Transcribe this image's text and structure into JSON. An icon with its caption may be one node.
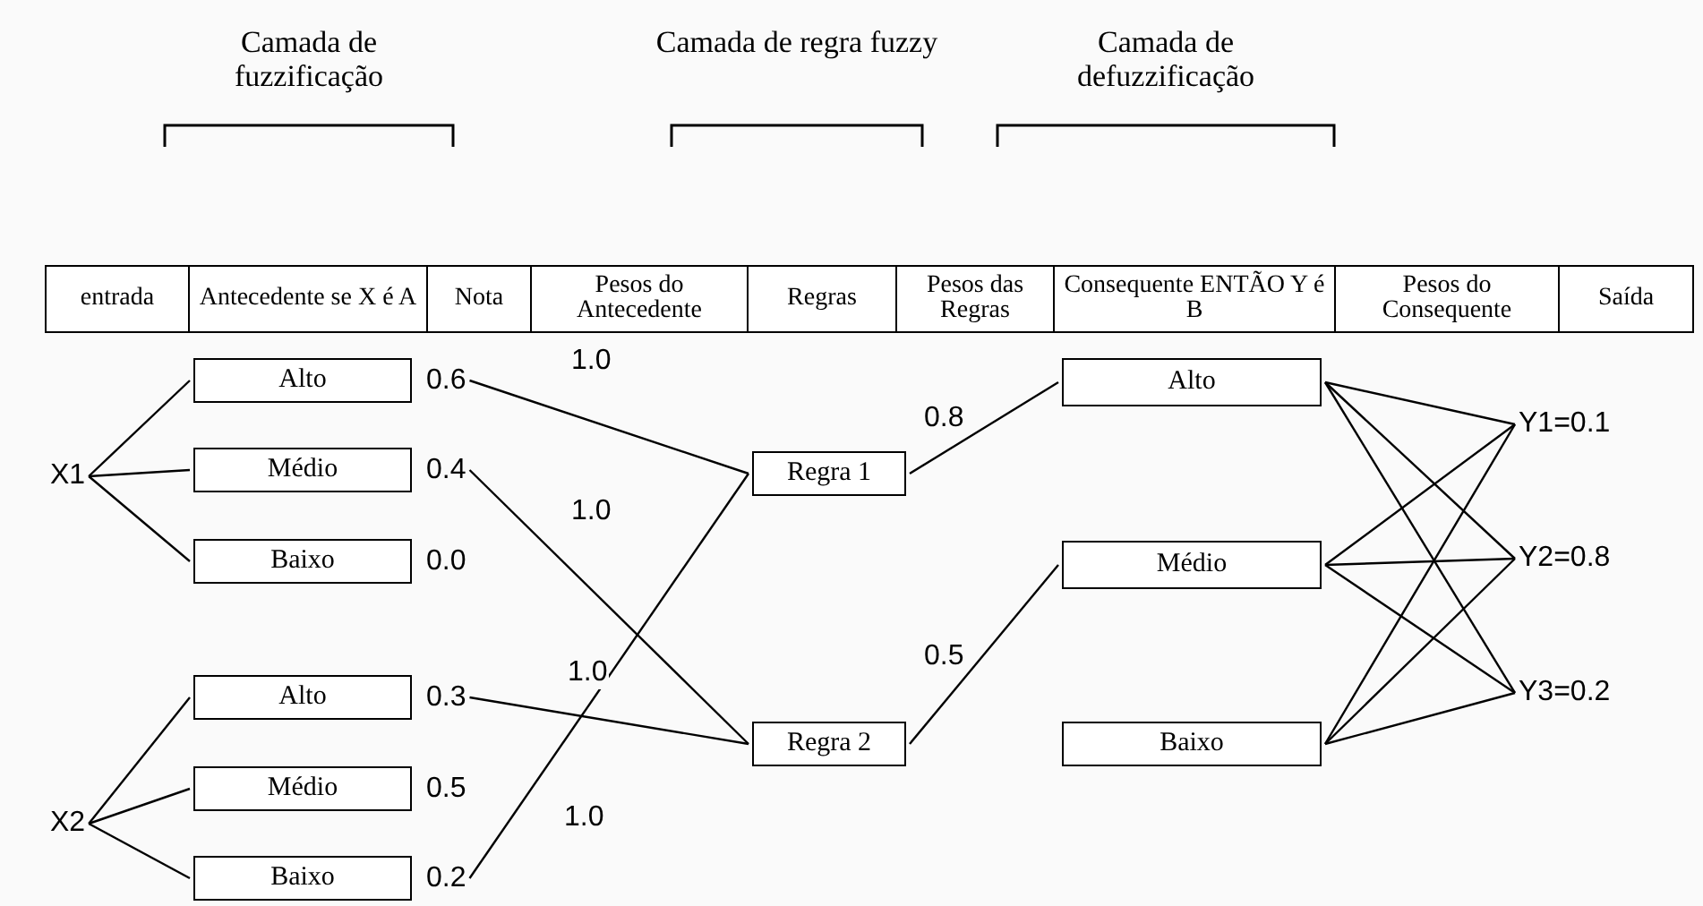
{
  "diagram": {
    "nodes": [
      {
        "text": [
          "X1"
        ]
      },
      {
        "text": [
          "Alto"
        ],
        "beside": [
          "0.6"
        ]
      },
      {
        "text": [
          "Médio"
        ],
        "beside": [
          "0.4"
        ]
      },
      {
        "text": [
          "Baixo"
        ],
        "beside": [
          "0.0"
        ]
      },
      {
        "text": [
          "X2"
        ]
      },
      {
        "text": [
          "Alto"
        ],
        "beside": [
          "0.3"
        ]
      },
      {
        "text": [
          "Médio"
        ],
        "beside": [
          "0.5"
        ]
      },
      {
        "text": [
          "Baixo"
        ],
        "beside": [
          "0.2"
        ]
      },
      {
        "text": [
          "Regra 1"
        ]
      },
      {
        "text": [
          "Regra 2"
        ]
      },
      {
        "text": [
          "Alto"
        ]
      },
      {
        "text": [
          "Médio"
        ]
      },
      {
        "text": [
          "Baixo"
        ]
      },
      {
        "text": [
          "Y1=0.1"
        ]
      },
      {
        "text": [
          "Y2=0.8"
        ]
      },
      {
        "text": [
          "Y3=0.2"
        ]
      }
    ],
    "edges": [
      {
        "from": 0,
        "to": 1,
        "arrow": "none"
      },
      {
        "from": 0,
        "to": 2,
        "arrow": "none"
      },
      {
        "from": 0,
        "to": 3,
        "arrow": "none"
      },
      {
        "from": 4,
        "to": 5,
        "arrow": "none"
      },
      {
        "from": 4,
        "to": 6,
        "arrow": "none"
      },
      {
        "from": 4,
        "to": 7,
        "arrow": "none"
      },
      {
        "from": 1,
        "to": 8,
        "arrow": "none",
        "label": "1.0"
      },
      {
        "from": 2,
        "to": 9,
        "arrow": "none",
        "label": "1.0"
      },
      {
        "from": 5,
        "to": 9,
        "arrow": "none",
        "label": "1.0"
      },
      {
        "from": 7,
        "to": 8,
        "arrow": "none",
        "label": "1.0"
      },
      {
        "from": 8,
        "to": 10,
        "arrow": "none",
        "label": "0.8"
      },
      {
        "from": 9,
        "to": 11,
        "arrow": "none",
        "label": "0.5"
      },
      {
        "from": 10,
        "to": 13,
        "arrow": "none"
      },
      {
        "from": 10,
        "to": 14,
        "arrow": "none"
      },
      {
        "from": 10,
        "to": 15,
        "arrow": "none"
      },
      {
        "from": 11,
        "to": 13,
        "arrow": "none"
      },
      {
        "from": 11,
        "to": 14,
        "arrow": "none"
      },
      {
        "from": 11,
        "to": 15,
        "arrow": "none"
      },
      {
        "from": 12,
        "to": 13,
        "arrow": "none"
      },
      {
        "from": 12,
        "to": 14,
        "arrow": "none"
      },
      {
        "from": 12,
        "to": 15,
        "arrow": "none"
      }
    ],
    "labels": [
      "Camada de fuzzificação",
      "Camada de regra fuzzy",
      "Camada de defuzzificação",
      "entrada",
      "Antecedente se X é A",
      "Nota",
      "Pesos do Antecedente",
      "Regras",
      "Pesos das Regras",
      "Consequente ENTÃO Y é B",
      "Pesos do Consequente",
      "Saída"
    ]
  }
}
